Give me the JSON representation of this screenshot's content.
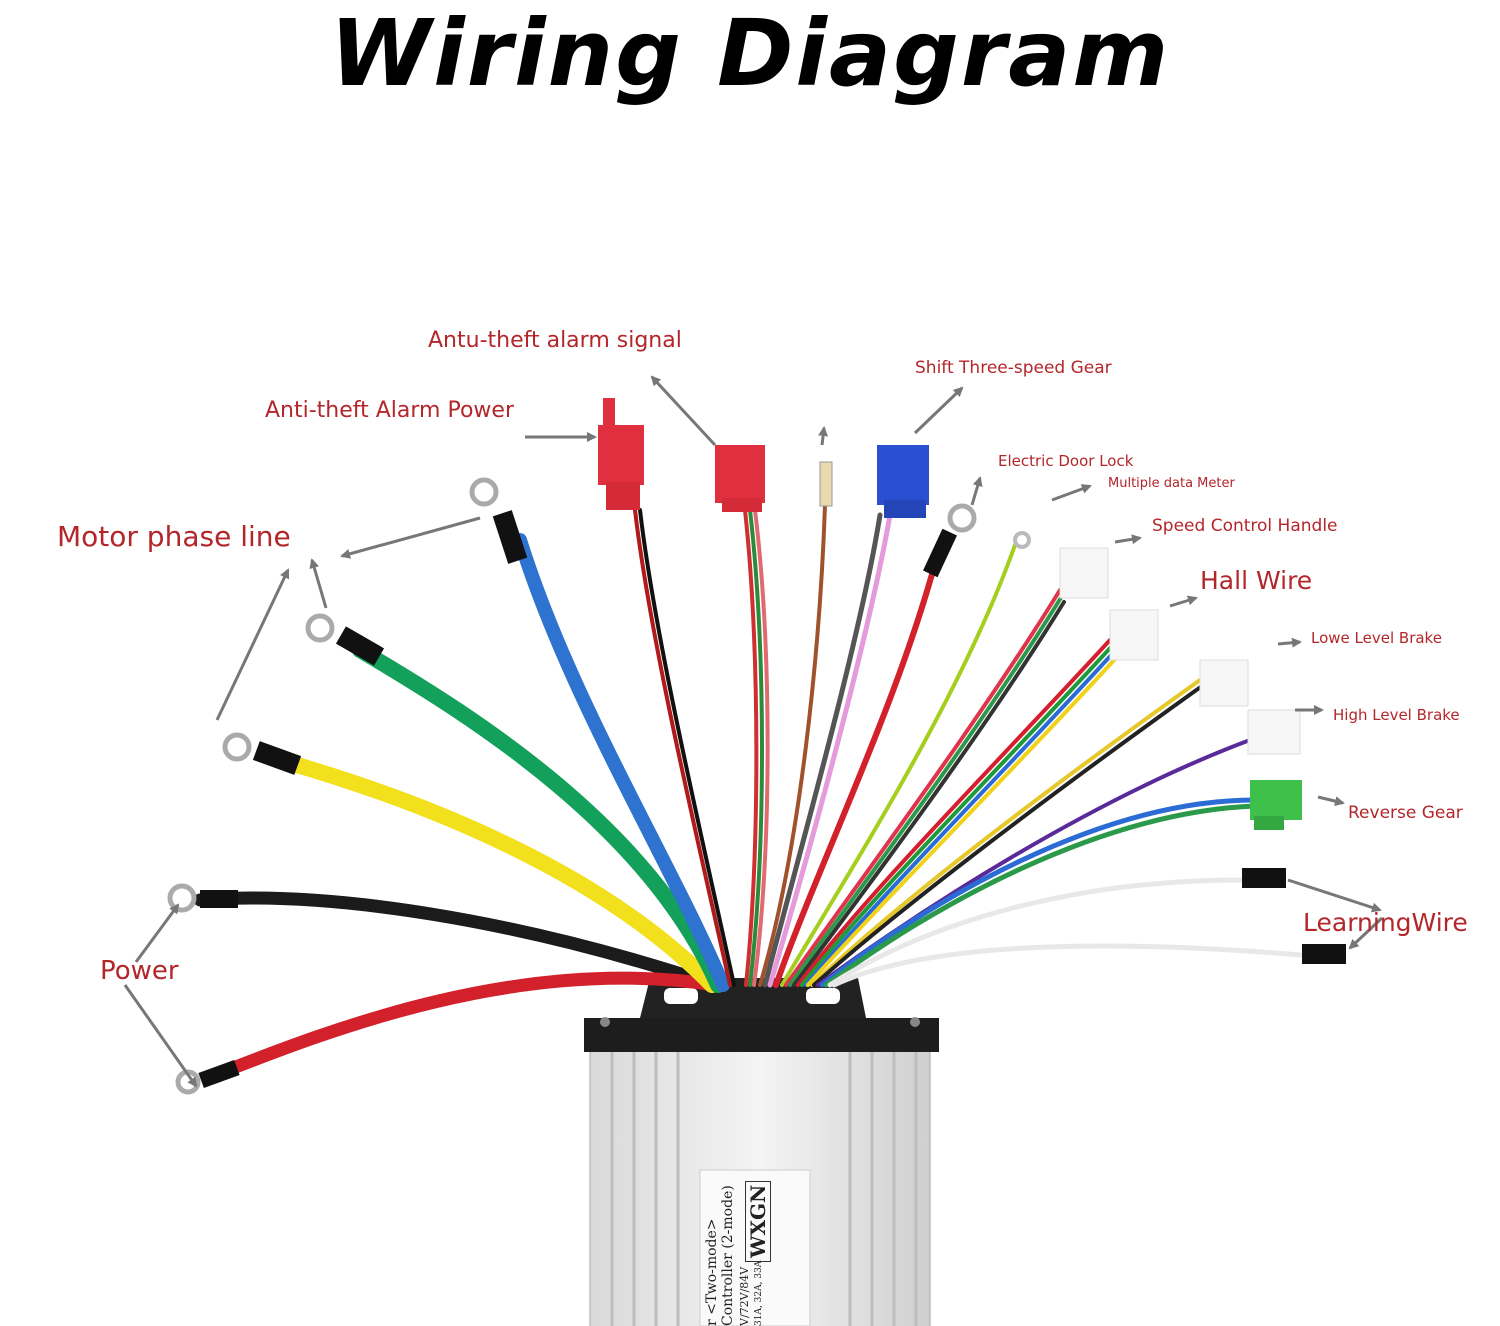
{
  "title": "Wiring Diagram",
  "labels": {
    "anti_theft_alarm_signal": "Antu-theft alarm signal",
    "anti_theft_alarm_power": "Anti-theft Alarm Power",
    "shift_three_speed_gear": "Shift Three-speed Gear",
    "electric_door_lock": "Electric Door Lock",
    "multiple_data_meter": "Multiple data Meter",
    "speed_control_handle": "Speed Control Handle",
    "hall_wire": "Hall Wire",
    "lowe_level_brake": "Lowe Level Brake",
    "high_level_brake": "High Level Brake",
    "reverse_gear": "Reverse Gear",
    "learning_wire": "LearningWire",
    "motor_phase_line": "Motor phase line",
    "power": "Power"
  },
  "controller": {
    "brand": "WXGN",
    "line1": "r <Two-mode>",
    "line2": "Controller (2-mode)",
    "line3": "V/72V/84V",
    "line4": "31A, 32A, 33A"
  },
  "colors": {
    "label_red": "#b3262a",
    "arrow_gray": "#777777",
    "connector_red": "#e03040",
    "connector_blue": "#2a4fd0",
    "connector_green": "#3ec04a"
  }
}
